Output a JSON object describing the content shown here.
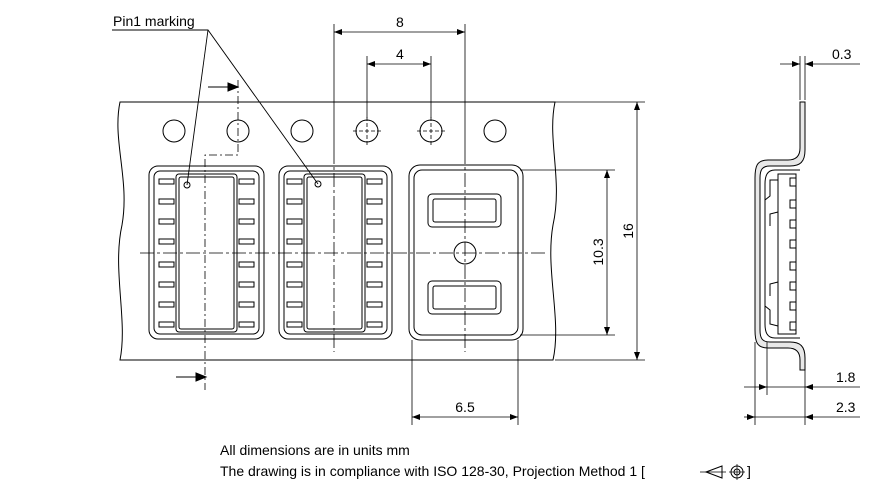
{
  "callout": {
    "pin1": "Pin1 marking"
  },
  "dimensions": {
    "pitch8": "8",
    "pitch4": "4",
    "cavity_height": "10.3",
    "tape_width": "16",
    "cavity_width": "6.5",
    "tape_thickness": "0.3",
    "pocket_depth": "1.8",
    "overall_depth": "2.3"
  },
  "notes": {
    "units": "All dimensions are in units mm",
    "compliance": "The drawing is in compliance with ISO 128-30, Projection Method 1 ["
  },
  "colors": {
    "line": "#000000",
    "hatch_fill": "#e8e8e8",
    "background": "#ffffff"
  }
}
